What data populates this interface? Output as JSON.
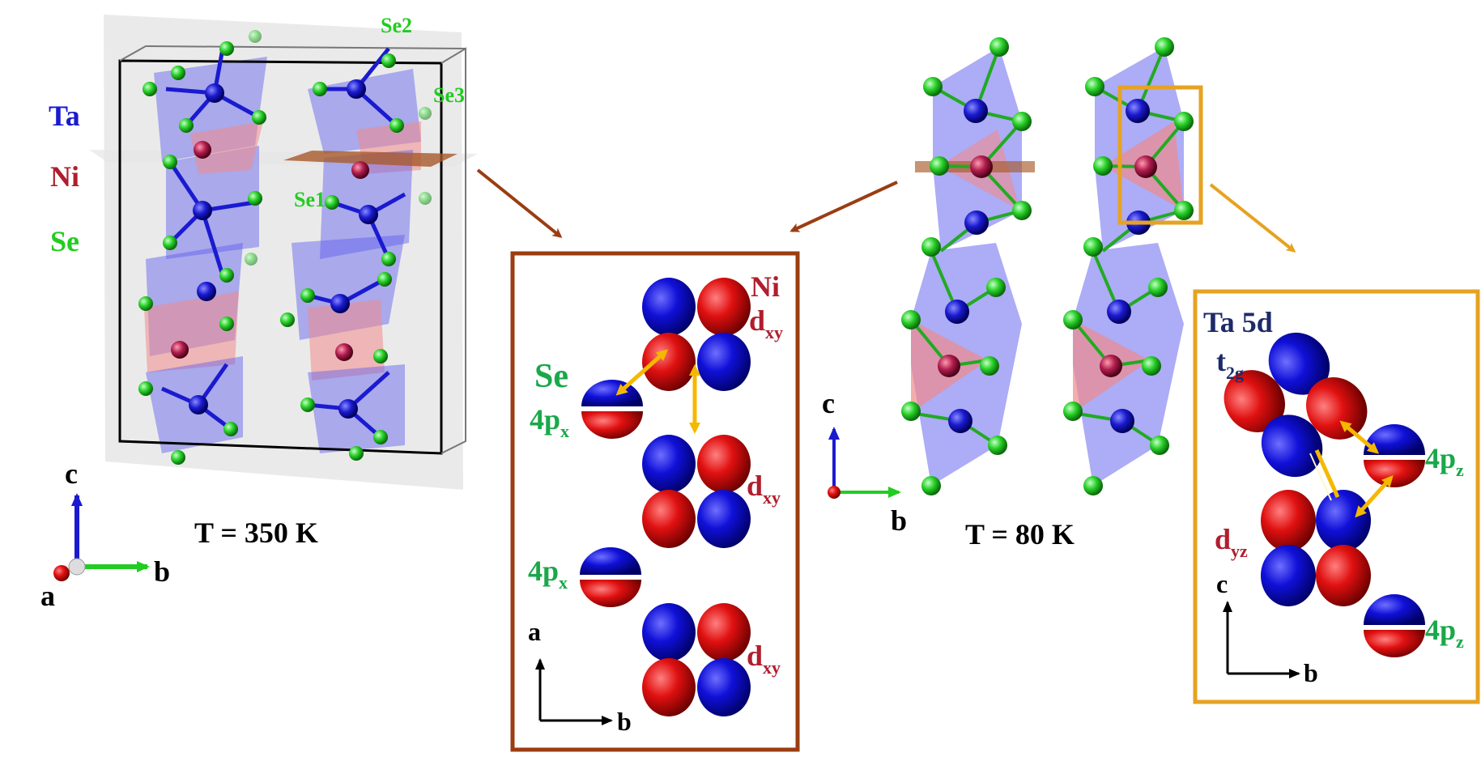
{
  "colors": {
    "ta": "#1a1ad0",
    "ni": "#b01e2e",
    "se": "#22cc22",
    "se_text": "#1aa84a",
    "brown": "#9a3d12",
    "orange": "#e6a321",
    "navy": "#1d2a6a",
    "poly_blue": "#5a5af0",
    "poly_red": "#f08a8a"
  },
  "legend": {
    "ta": "Ta",
    "ni": "Ni",
    "se": "Se"
  },
  "site_labels": {
    "se1": "Se1",
    "se2": "Se2",
    "se3": "Se3"
  },
  "temps": {
    "high": "T = 350 K",
    "low": "T = 80 K"
  },
  "axes": {
    "a": "a",
    "b": "b",
    "c": "c"
  },
  "panel_ni": {
    "ni": "Ni",
    "d_main": "d",
    "xy_sub": "xy",
    "se": "Se",
    "p_main": "4p",
    "x_sub": "x"
  },
  "panel_ta": {
    "ta5d": "Ta 5d",
    "t_main": "t",
    "t2g_sub": "2g",
    "d_main": "d",
    "yz_sub": "yz",
    "p_main": "4p",
    "z_sub": "z"
  }
}
